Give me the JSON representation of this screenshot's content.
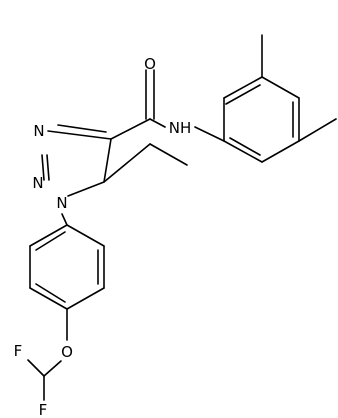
{
  "structure": {
    "atoms": {
      "o_carbonyl": "O",
      "nh": "NH",
      "n_triazole_3": "N",
      "n_triazole_2": "N",
      "n_triazole_1": "N",
      "o_ether": "O",
      "f_upper": "F",
      "f_lower": "F"
    }
  }
}
